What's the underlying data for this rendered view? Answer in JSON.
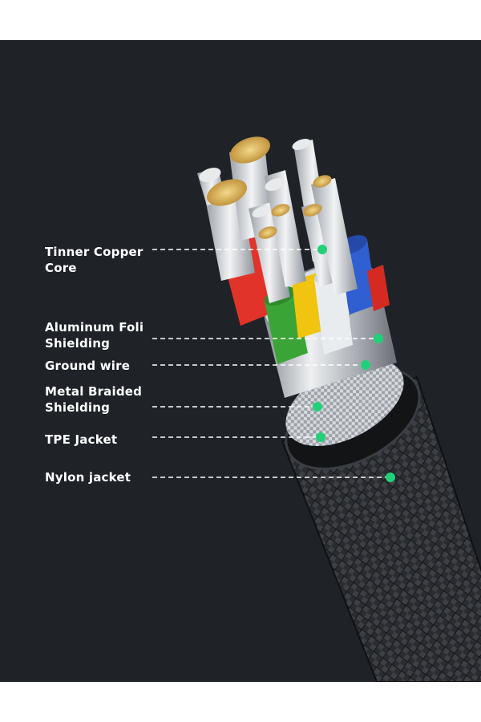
{
  "diagram": {
    "labels": [
      {
        "id": "tinned-copper-core",
        "text": "Tinner Copper\nCore"
      },
      {
        "id": "aluminum-foil-shielding",
        "text": "Aluminum Foli\nShielding"
      },
      {
        "id": "ground-wire",
        "text": "Ground wire"
      },
      {
        "id": "metal-braided-shielding",
        "text": "Metal Braided\nShielding"
      },
      {
        "id": "tpe-jacket",
        "text": "TPE Jacket"
      },
      {
        "id": "nylon-jacket",
        "text": "Nylon jacket"
      }
    ],
    "colors": {
      "background": "#1f2328",
      "marker": "#22d07a",
      "leader_line": "#ffffff",
      "wire_red": "#e2332b",
      "wire_green": "#3aa437",
      "wire_yellow": "#f1c40f",
      "wire_white": "#e9ecef",
      "wire_blue": "#2f5fd0",
      "copper_gold": "#d9b15a",
      "silver": "#c9ccd1"
    }
  }
}
